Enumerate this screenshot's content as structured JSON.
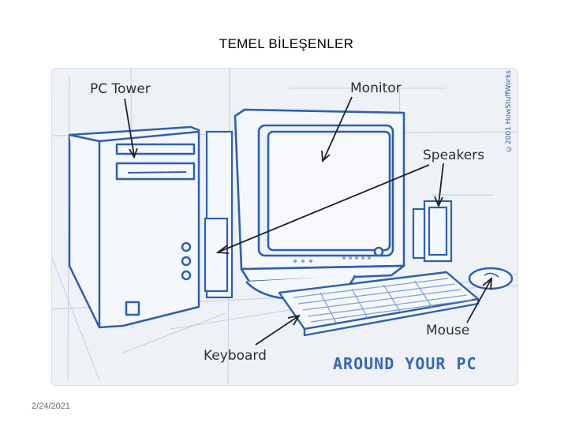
{
  "slide": {
    "title": "TEMEL BİLEŞENLER",
    "date": "2/24/2021"
  },
  "diagram": {
    "labels": {
      "pc_tower": "PC Tower",
      "monitor": "Monitor",
      "speakers": "Speakers",
      "mouse": "Mouse",
      "keyboard": "Keyboard"
    },
    "banner": "AROUND YOUR PC",
    "copyright": "©2001 HowStuffWorks"
  },
  "colors": {
    "line": "#2f5fae",
    "grid": "#bcc9dc",
    "banner": "#3a66b5"
  }
}
